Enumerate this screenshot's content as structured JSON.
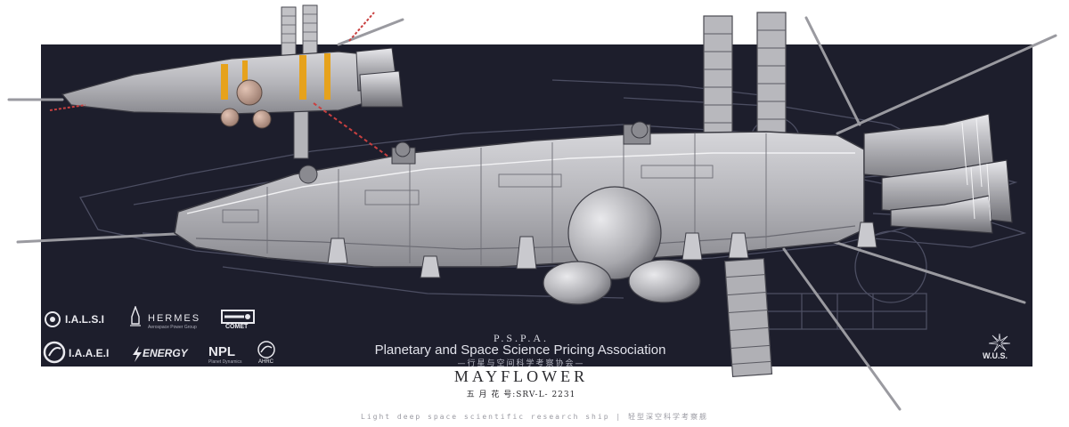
{
  "logos": {
    "ialsi": "I.A.L.S.I",
    "hermes": "HERMES",
    "hermes_sub": "Aerospace Power Group",
    "comet": "COMET",
    "iaaei": "I.A.A.E.I",
    "energy": "ENERGY",
    "npl": "NPL",
    "npl_sub": "Planet Dynamics",
    "ahrc": "AHRC",
    "wus": "W.U.S."
  },
  "org": {
    "abbr": "P.S.P.A.",
    "name": "Planetary and Space Science Pricing Association",
    "name_cn": "—行星与空间科学考察协会—"
  },
  "ship": {
    "name": "MAYFLOWER",
    "code": "五 月 花 号:SRV-L- 2231"
  },
  "footer": {
    "caption": "Light deep space scientific research ship | 轻型深空科学考察舰"
  },
  "colors": {
    "panel": "#1d1e2c",
    "hull": "#b9b9be",
    "accent": "#e6a21c"
  }
}
